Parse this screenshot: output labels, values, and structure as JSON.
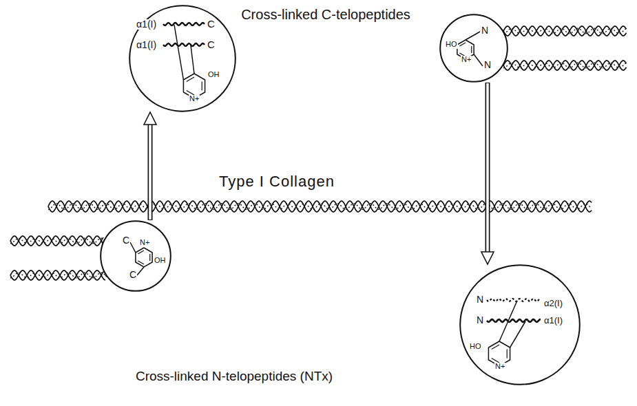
{
  "diagram": {
    "nodes": [
      {
        "text": [
          "Cross-linked C-telopeptides",
          "α1(I)",
          "C",
          "α1(I)",
          "C",
          "OH",
          "N+"
        ]
      },
      {
        "text": [
          "C",
          "N+",
          "C",
          "OH"
        ]
      },
      {
        "text": [
          "N",
          "HO",
          "N",
          "N+"
        ]
      },
      {
        "text": [
          "Cross-linked N-telopeptides (NTx)",
          "N",
          "α2(I)",
          "N",
          "α1(I)",
          "HO",
          "N+"
        ]
      }
    ],
    "edges": [
      {
        "from": 1,
        "to": 0,
        "arrow": "to"
      },
      {
        "from": 2,
        "to": 3,
        "arrow": "to"
      }
    ],
    "labels": [
      "Type I Collagen"
    ]
  }
}
